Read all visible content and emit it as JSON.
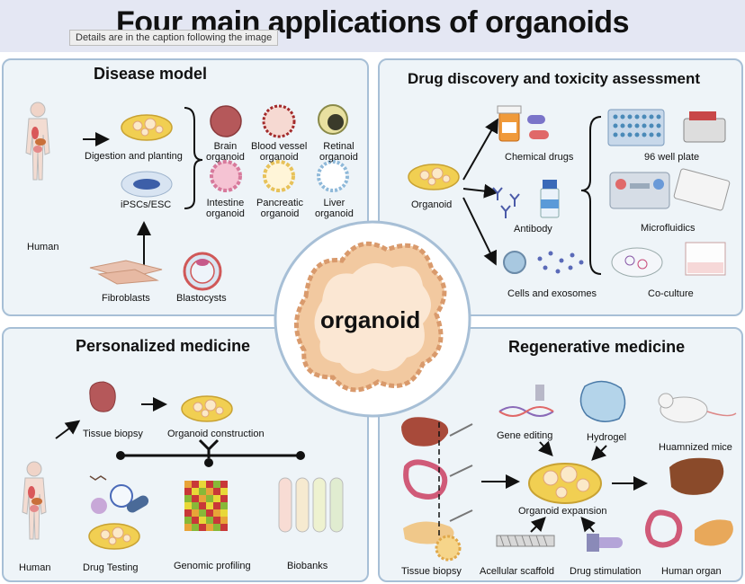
{
  "title": "Four main applications of organoids",
  "tooltip": "Details are in the caption following the image",
  "center_label": "organoid",
  "disease_model": {
    "title": "Disease model",
    "human": "Human",
    "digestion": "Digestion and planting",
    "ipsc": "iPSCs/ESC",
    "fibroblasts": "Fibroblasts",
    "blastocysts": "Blastocysts",
    "organoids": [
      {
        "name": "Brain organoid",
        "l1": "Brain",
        "l2": "organoid",
        "color": "#b5585a"
      },
      {
        "name": "Blood vessel organoid",
        "l1": "Blood vessel",
        "l2": "organoid",
        "color": "#a32a2a"
      },
      {
        "name": "Retinal organoid",
        "l1": "Retinal",
        "l2": "organoid",
        "color": "#4a4a2a"
      },
      {
        "name": "Intestine organoid",
        "l1": "Intestine",
        "l2": "organoid",
        "color": "#e99ab6"
      },
      {
        "name": "Pancreatic organoid",
        "l1": "Pancreatic",
        "l2": "organoid",
        "color": "#f3d98a"
      },
      {
        "name": "Liver organoid",
        "l1": "Liver",
        "l2": "organoid",
        "color": "#a9cde6"
      }
    ]
  },
  "drug_discovery": {
    "title": "Drug discovery and toxicity assessment",
    "organoid": "Organoid",
    "chemical": "Chemical drugs",
    "antibody": "Antibody",
    "cells": "Cells and exosomes",
    "plate": "96 well plate",
    "microfluidics": "Microfluidics",
    "coculture": "Co-culture"
  },
  "personalized": {
    "title": "Personalized medicine",
    "biopsy": "Tissue biopsy",
    "construction": "Organoid construction",
    "human": "Human",
    "testing": "Drug Testing",
    "genomic": "Genomic profiling",
    "biobanks": "Biobanks"
  },
  "regenerative": {
    "title": "Regenerative medicine",
    "gene": "Gene editing",
    "hydrogel": "Hydrogel",
    "mice": "Huamnized mice",
    "expansion": "Organoid expansion",
    "biopsy": "Tissue biopsy",
    "scaffold": "Acellular scaffold",
    "stimulation": "Drug stimulation",
    "organ": "Human organ"
  },
  "colors": {
    "panel_bg": "#eef4f8",
    "panel_border": "#a7bfd6",
    "title_bar": "#e4e7f3",
    "dish": "#f1cf52",
    "organoid_body": "#f2c9a0",
    "organoid_edge": "#d99a6c"
  }
}
